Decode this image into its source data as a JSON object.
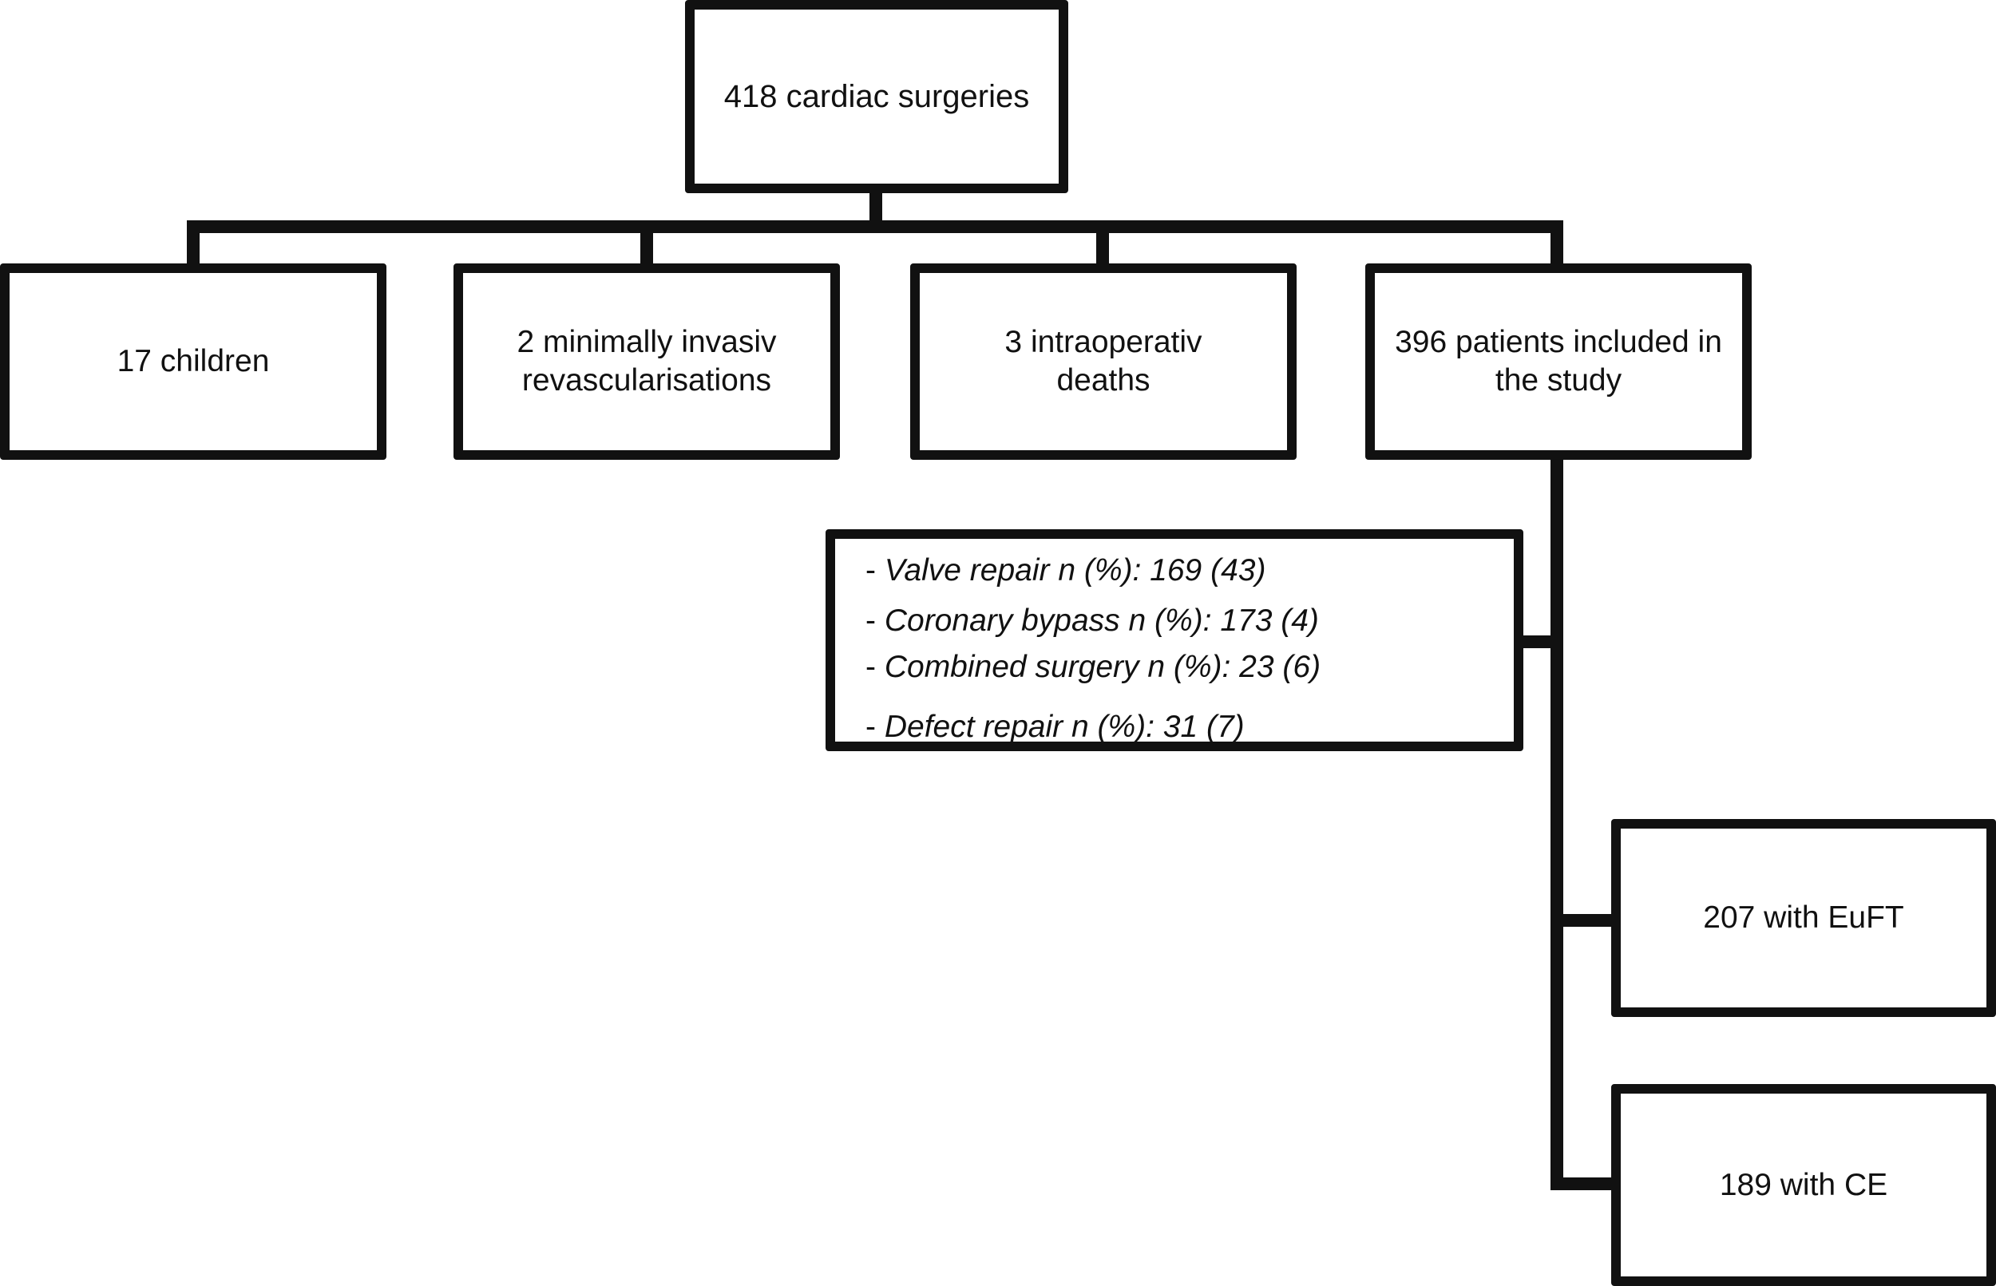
{
  "flowchart": {
    "root": {
      "label": "418 cardiac surgeries"
    },
    "exclusions": [
      {
        "label": "17 children"
      },
      {
        "label": "2 minimally invasiv\nrevascularisations"
      },
      {
        "label": "3 intraoperativ\ndeaths"
      }
    ],
    "included": {
      "label": "396 patients included in\nthe study"
    },
    "surgery_types": [
      {
        "bullet": "-",
        "text": "Valve repair n (%): 169 (43)"
      },
      {
        "bullet": "-",
        "text": "Coronary bypass n (%): 173 (4)"
      },
      {
        "bullet": "-",
        "text": "Combined surgery n (%): 23 (6)"
      },
      {
        "bullet": "-",
        "text": "Defect repair n (%): 31 (7)"
      }
    ],
    "groups": [
      {
        "label": "207 with EuFT"
      },
      {
        "label": "189 with CE"
      }
    ]
  }
}
